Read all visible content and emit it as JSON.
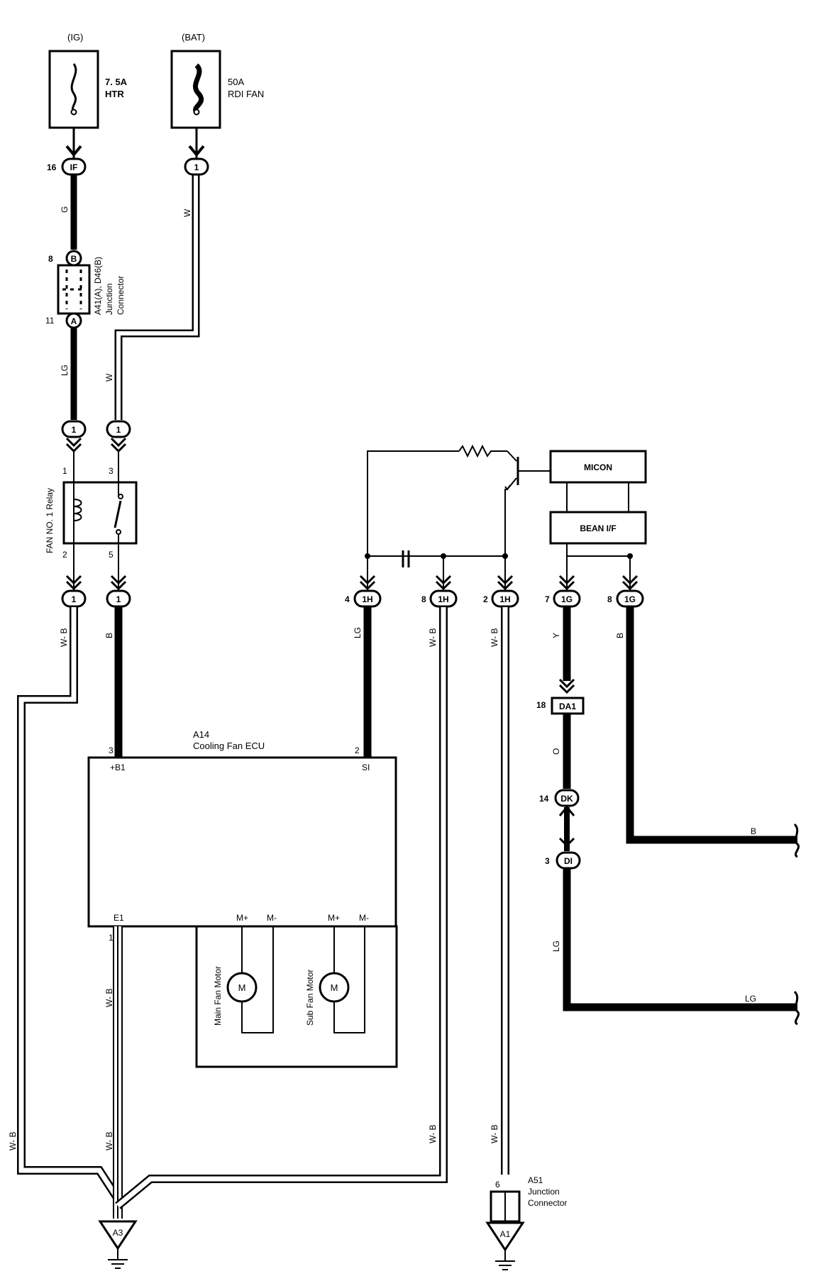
{
  "fuses": [
    {
      "supply": "(IG)",
      "rating": "7. 5A",
      "name": "HTR"
    },
    {
      "supply": "(BAT)",
      "rating": "50A",
      "name": "RDI FAN"
    }
  ],
  "connectors": {
    "if_pin": "16",
    "if_code": "IF",
    "fan_fuse_out": "1",
    "jc_top_pin": "8",
    "jc_top_code": "B",
    "jc_bot_pin": "11",
    "jc_bot_code": "A",
    "relay_in_left": "1",
    "relay_in_right": "1",
    "relay_out_left": "1",
    "relay_out_right": "1",
    "h_si_pin": "4",
    "h_code": "1H",
    "h_wb1_pin": "8",
    "h_wb2_pin": "2",
    "g_y_pin": "7",
    "g_code": "1G",
    "g_b_pin": "8",
    "da1_pin": "18",
    "da1_code": "DA1",
    "dk_pin": "14",
    "dk_code": "DK",
    "di_pin": "3",
    "di_code": "DI",
    "a51_pin": "6"
  },
  "wires": {
    "g": "G",
    "w_top": "W",
    "lg_top": "LG",
    "w_mid": "W",
    "wb_relay": "W- B",
    "b_ecu": "B",
    "lg_si": "LG",
    "wb_1h8": "W- B",
    "wb_1h2": "W- B",
    "y": "Y",
    "b_1g": "B",
    "o": "O",
    "lg_di": "LG",
    "b_out": "B",
    "lg_out": "LG",
    "wb_e1": "W- B",
    "wb_e1_low": "W- B",
    "wb_left": "W- B",
    "wb_1h8_low": "W- B",
    "wb_1h2_low": "W- B"
  },
  "junction_connector": {
    "line1": "A41(A), D46(B)",
    "line2": "Junction",
    "line3": "Connector"
  },
  "relay": {
    "name": "FAN NO. 1 Relay",
    "pin1": "1",
    "pin3": "3",
    "pin2": "2",
    "pin5": "5"
  },
  "ecu": {
    "code": "A14",
    "name": "Cooling Fan ECU",
    "pin_b1": "3",
    "pin_si": "2",
    "pin_e1": "1",
    "term_b1": "+B1",
    "term_si": "SI",
    "term_e1": "E1",
    "main_mp": "M+",
    "main_mm": "M-",
    "sub_mp": "M+",
    "sub_mm": "M-",
    "main_motor": "Main Fan Motor",
    "sub_motor": "Sub Fan Motor",
    "motor_symbol": "M"
  },
  "micon": "MICON",
  "bean": "BEAN I/F",
  "a51": {
    "code": "A51",
    "line2": "Junction",
    "line3": "Connector"
  },
  "grounds": [
    "A3",
    "A1"
  ]
}
